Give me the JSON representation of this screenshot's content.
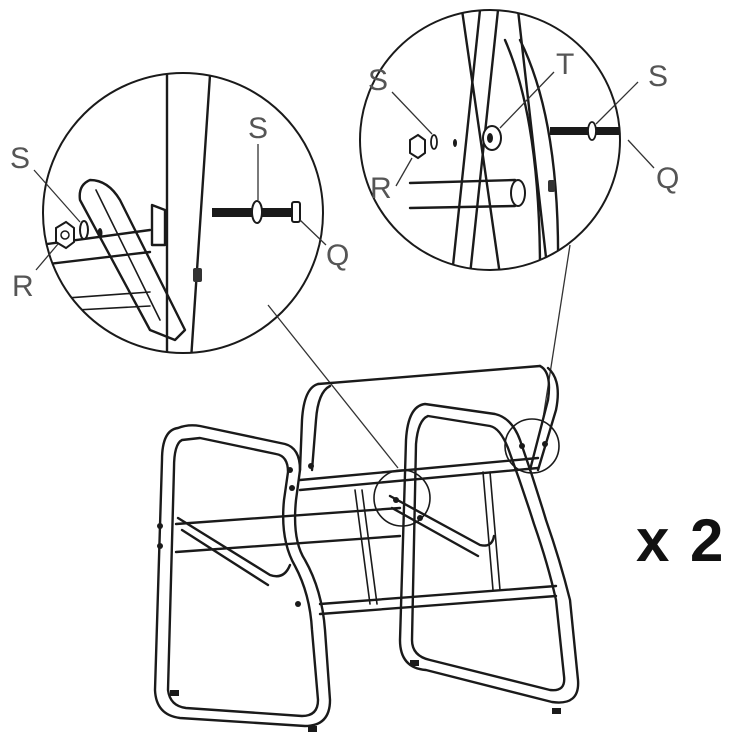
{
  "figure": {
    "part_labels": {
      "s_left_washer": "S",
      "s_left_bolt": "S",
      "r_left_nut": "R",
      "q_left_bolt": "Q",
      "s_right_washer": "S",
      "t_right_spacer": "T",
      "s_right_bolt": "S",
      "r_right_nut": "R",
      "q_right_bolt": "Q"
    },
    "quantity": "x 2",
    "colors": {
      "line": "#1a1a1a",
      "label": "#555555",
      "background": "#ffffff"
    }
  }
}
